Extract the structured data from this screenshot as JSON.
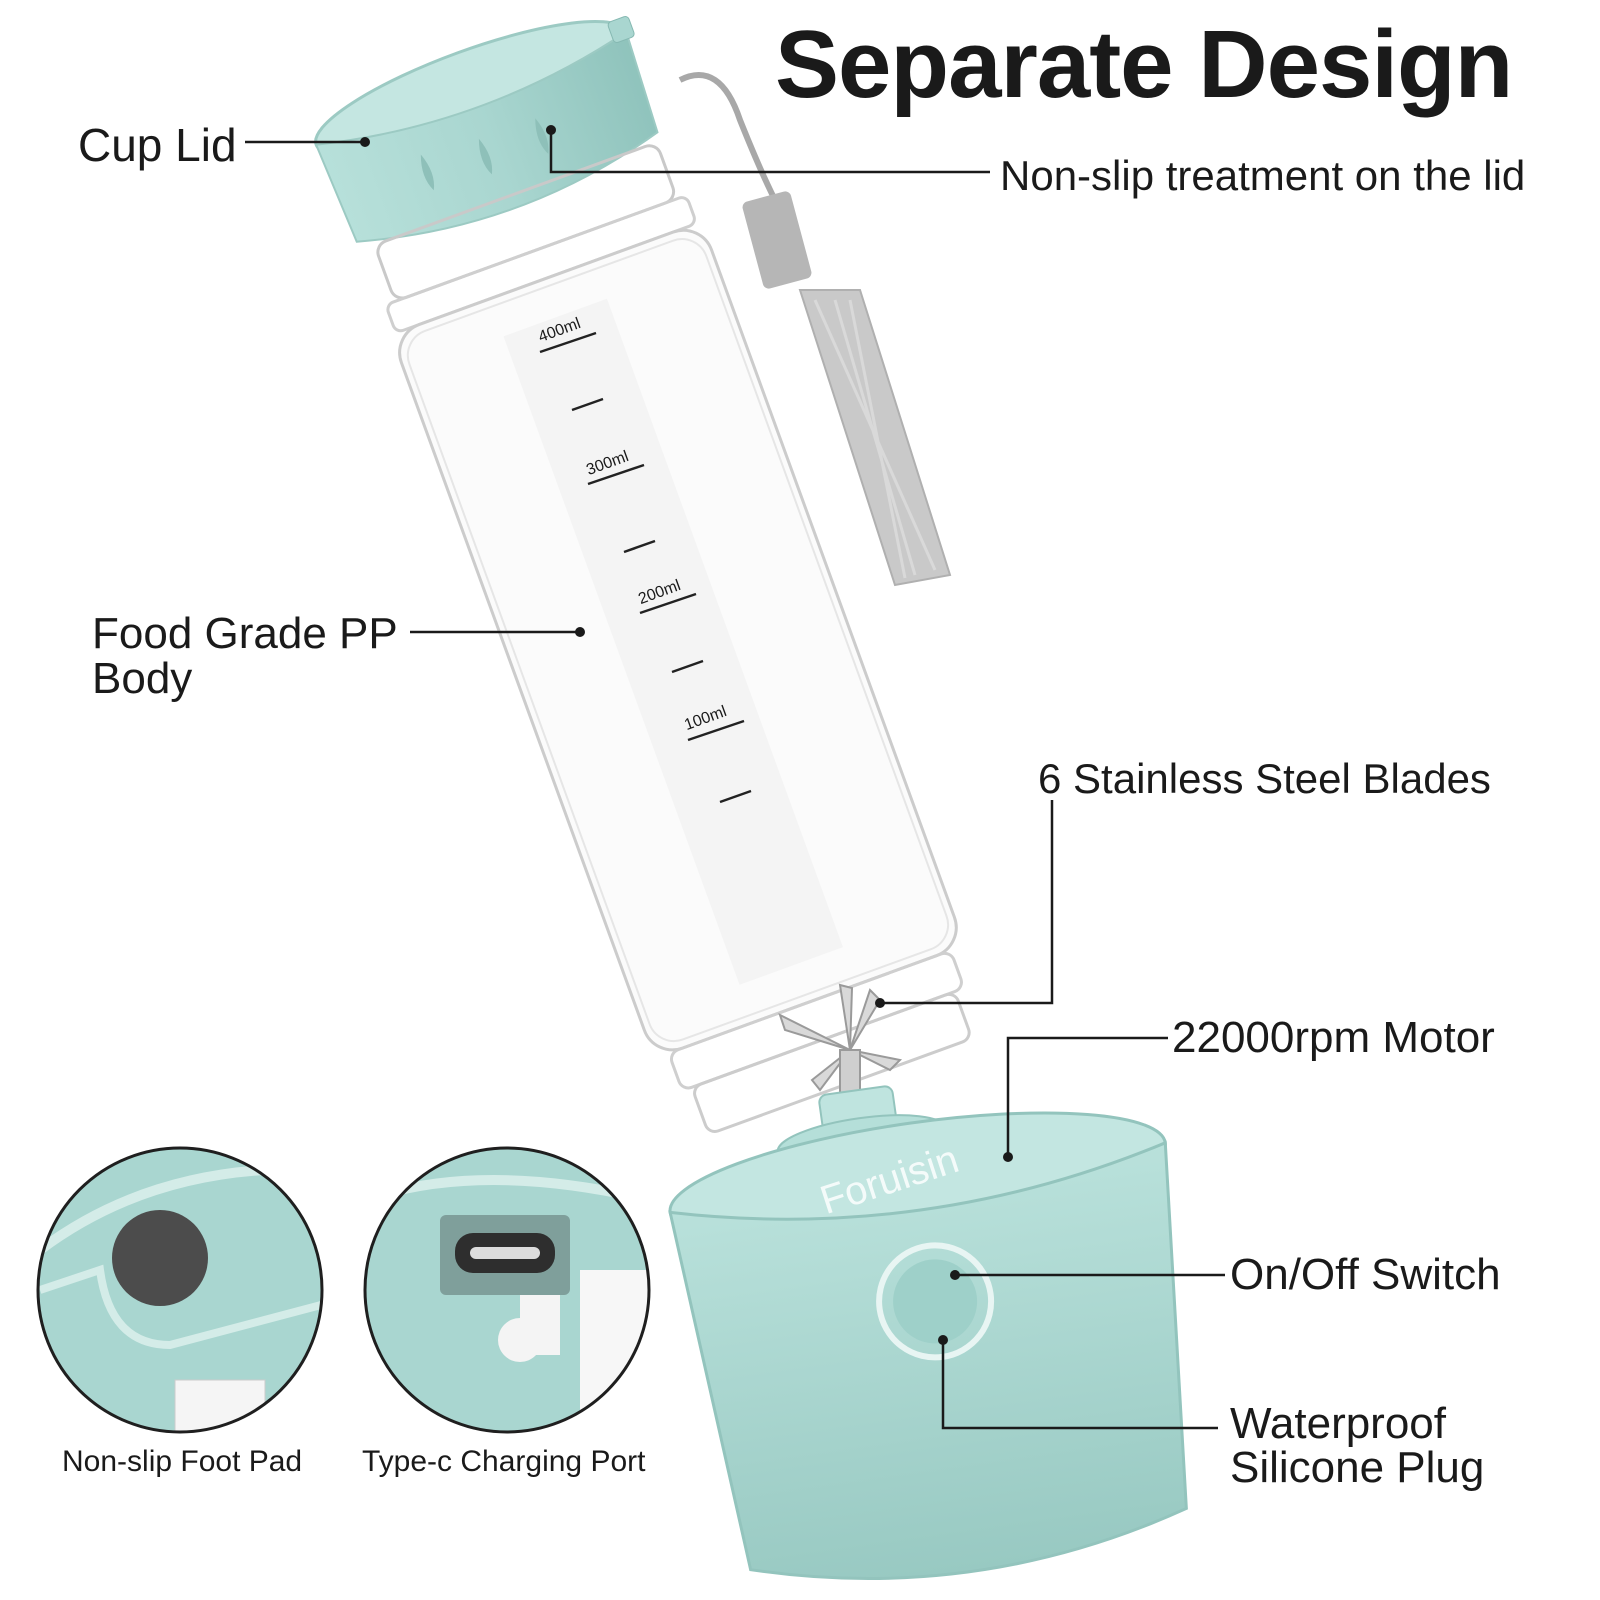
{
  "title": "Separate Design",
  "callouts": {
    "cup_lid": "Cup Lid",
    "non_slip_lid": "Non-slip treatment on the lid",
    "body_line1": "Food Grade PP",
    "body_line2": "Body",
    "blades": "6 Stainless Steel Blades",
    "motor": "22000rpm Motor",
    "switch": "On/Off Switch",
    "plug_line1": "Waterproof",
    "plug_line2": "Silicone Plug"
  },
  "scale_marks": [
    "400ml",
    "300ml",
    "200ml",
    "100ml"
  ],
  "brand": "Foruisin",
  "details": {
    "foot_pad": "Non-slip Foot Pad",
    "charging_port": "Type-c Charging Port"
  },
  "colors": {
    "product_mint": "#a9d6d0",
    "product_dark": "#8cc2bb",
    "strap_gray": "#a8a8a8",
    "leader_line": "#1a1a1a"
  }
}
